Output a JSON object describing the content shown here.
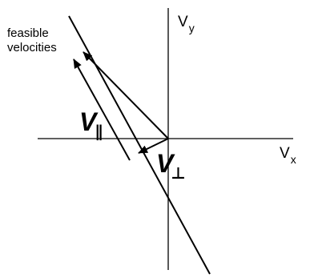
{
  "feasible_label_line1": "feasible",
  "feasible_label_line2": "velocities",
  "axis_x": {
    "base": "V",
    "sub": "x"
  },
  "axis_y": {
    "base": "V",
    "sub": "y"
  },
  "v_parallel": {
    "base": "V",
    "sub": "∥"
  },
  "v_perp": {
    "base": "V",
    "sub": "⊥"
  },
  "colors": {
    "ink": "#000000",
    "background": "#ffffff"
  }
}
